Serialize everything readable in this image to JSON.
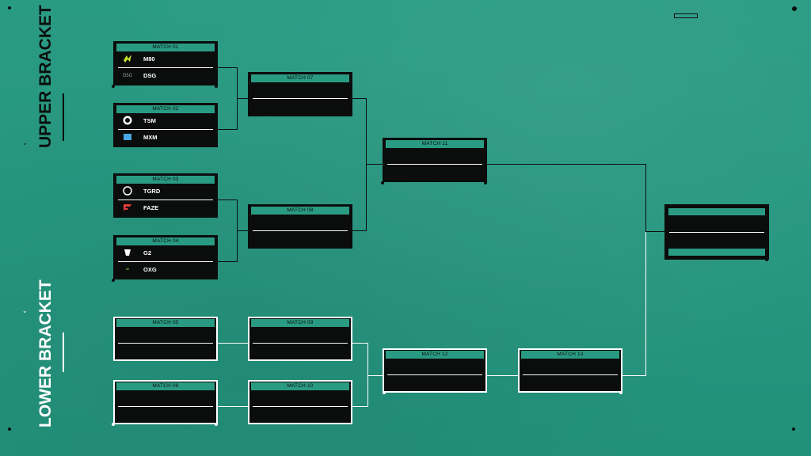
{
  "upper_bracket": {
    "title": "UPPER BRACKET",
    "matches": [
      {
        "id": "match-01",
        "label": "MATCH 01",
        "teams": [
          {
            "name": "M80",
            "logo": "m80-logo-icon"
          },
          {
            "name": "DSG",
            "logo": "dsg-logo-icon"
          }
        ]
      },
      {
        "id": "match-02",
        "label": "MATCH 02",
        "teams": [
          {
            "name": "TSM",
            "logo": "tsm-logo-icon"
          },
          {
            "name": "MXM",
            "logo": "mxm-logo-icon"
          }
        ]
      },
      {
        "id": "match-03",
        "label": "MATCH 03",
        "teams": [
          {
            "name": "TGRD",
            "logo": "tgrd-logo-icon"
          },
          {
            "name": "FAZE",
            "logo": "faze-logo-icon"
          }
        ]
      },
      {
        "id": "match-04",
        "label": "MATCH 04",
        "teams": [
          {
            "name": "G2",
            "logo": "g2-logo-icon"
          },
          {
            "name": "OXG",
            "logo": "oxg-logo-icon"
          }
        ]
      },
      {
        "id": "match-07",
        "label": "MATCH 07"
      },
      {
        "id": "match-08",
        "label": "MATCH 08"
      },
      {
        "id": "match-11",
        "label": "MATCH 11"
      }
    ]
  },
  "lower_bracket": {
    "title": "LOWER BRACKET",
    "matches": [
      {
        "id": "match-05",
        "label": "MATCH 05"
      },
      {
        "id": "match-06",
        "label": "MATCH 06"
      },
      {
        "id": "match-09",
        "label": "MATCH 09"
      },
      {
        "id": "match-10",
        "label": "MATCH 10"
      },
      {
        "id": "match-12",
        "label": "MATCH 12"
      },
      {
        "id": "match-13",
        "label": "MATCH 13"
      }
    ]
  },
  "colors": {
    "background": "#2a9b83",
    "card": "#0b0c0c",
    "accent": "#ffffff"
  }
}
